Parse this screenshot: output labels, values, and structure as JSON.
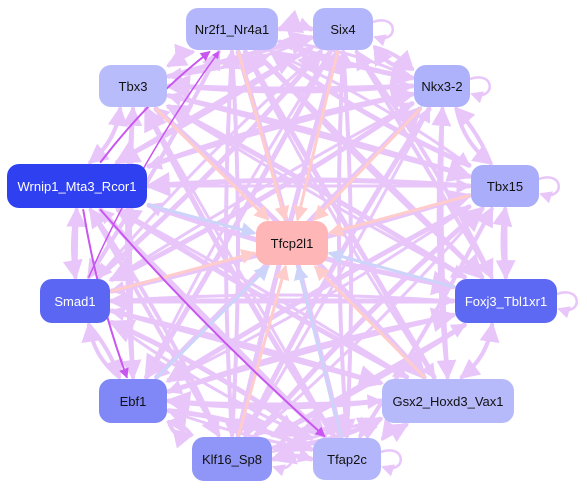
{
  "graph": {
    "center": {
      "id": "tfcp2l1",
      "label": "Tfcp2l1",
      "color": "#ffb6b6"
    },
    "nodes": [
      {
        "id": "nr2f1_nr4a1",
        "label": "Nr2f1_Nr4a1",
        "color": "#b3b6fa"
      },
      {
        "id": "six4",
        "label": "Six4",
        "color": "#b3b6fa"
      },
      {
        "id": "tbx3",
        "label": "Tbx3",
        "color": "#b9bcfa"
      },
      {
        "id": "nkx3_2",
        "label": "Nkx3-2",
        "color": "#aeb2fa"
      },
      {
        "id": "wrnip1_mta3_rcor1",
        "label": "Wrnip1_Mta3_Rcor1",
        "color": "#2f40f0"
      },
      {
        "id": "tbx15",
        "label": "Tbx15",
        "color": "#a9adfa"
      },
      {
        "id": "smad1",
        "label": "Smad1",
        "color": "#5b66f3"
      },
      {
        "id": "foxj3_tbl1xr1",
        "label": "Foxj3_Tbl1xr1",
        "color": "#5e69f3"
      },
      {
        "id": "ebf1",
        "label": "Ebf1",
        "color": "#7f88f6"
      },
      {
        "id": "gsx2_hoxd3_vax1",
        "label": "Gsx2_Hoxd3_Vax1",
        "color": "#b6b9fa"
      },
      {
        "id": "klf16_sp8",
        "label": "Klf16_Sp8",
        "color": "#8f96f7"
      },
      {
        "id": "tfap2c",
        "label": "Tfap2c",
        "color": "#b3b6fa"
      }
    ],
    "edge_colors": {
      "default": "#e8c6fa",
      "to_center_pink": "#ffcccc",
      "to_center_blue": "#ccd4fa",
      "strong": "#c856f0"
    }
  }
}
